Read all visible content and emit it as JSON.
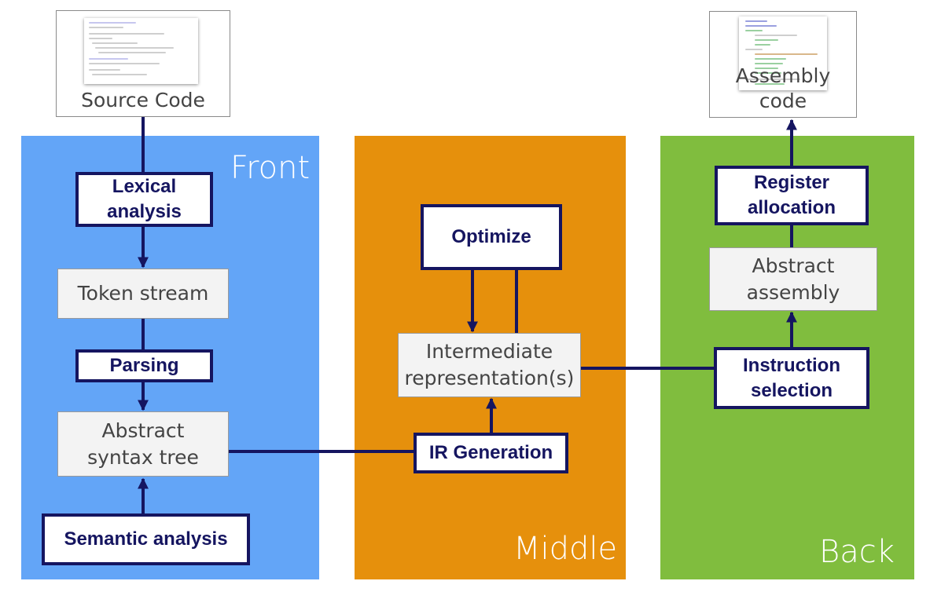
{
  "colors": {
    "front": "#63a5f7",
    "middle": "#e6900c",
    "back": "#80bd3e",
    "process_border": "#151560",
    "process_text": "#151560",
    "arrow": "#151560",
    "data_box_fill": "#f3f3f3",
    "data_box_text": "#444444"
  },
  "panels": {
    "front": "Front",
    "middle": "Middle",
    "back": "Back"
  },
  "inputs": {
    "source_code": {
      "label": "Source Code",
      "icon": "source-code-thumbnail"
    },
    "assembly_code": {
      "label": "Assembly code",
      "icon": "assembly-code-thumbnail"
    }
  },
  "process_steps": {
    "lexical": "Lexical\nanalysis",
    "parsing": "Parsing",
    "semantic": "Semantic analysis",
    "ir_generation": "IR Generation",
    "optimize": "Optimize",
    "instruction_selection": "Instruction\nselection",
    "register_allocation": "Register\nallocation"
  },
  "data_steps": {
    "token_stream": "Token stream",
    "ast": "Abstract\nsyntax tree",
    "ir": "Intermediate\nrepresentation(s)",
    "abstract_assembly": "Abstract\nassembly"
  }
}
